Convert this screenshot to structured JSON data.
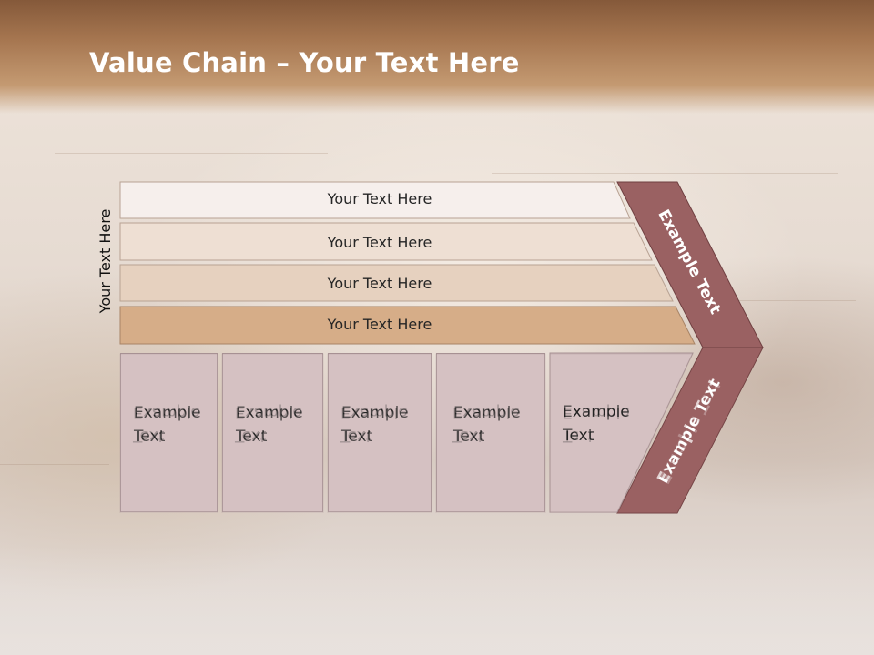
{
  "slide": {
    "title_bold": "Value Chain",
    "title_rest": " – Your Text Here",
    "side_label": "Your Text Here"
  },
  "rows": [
    {
      "label": "Your Text Here",
      "color": "#f6efec"
    },
    {
      "label": "Your Text Here",
      "color": "#eedfd3"
    },
    {
      "label": "Your Text Here",
      "color": "#e6d1bf"
    },
    {
      "label": "Your Text Here",
      "color": "#d6ad88"
    }
  ],
  "boxes": [
    {
      "line1": "Example",
      "line2": "Text"
    },
    {
      "line1": "Example",
      "line2": "Text"
    },
    {
      "line1": "Example",
      "line2": "Text"
    },
    {
      "line1": "Example",
      "line2": "Text"
    },
    {
      "line1": "Example",
      "line2": "Text"
    }
  ],
  "chevron": {
    "top_label": "Example Text",
    "bottom_label": "Example Text",
    "color": "#9a6162",
    "border_color": "#6f3f40"
  },
  "colors": {
    "box_fill": "#d5c1c2",
    "header_band": "#a67650"
  }
}
